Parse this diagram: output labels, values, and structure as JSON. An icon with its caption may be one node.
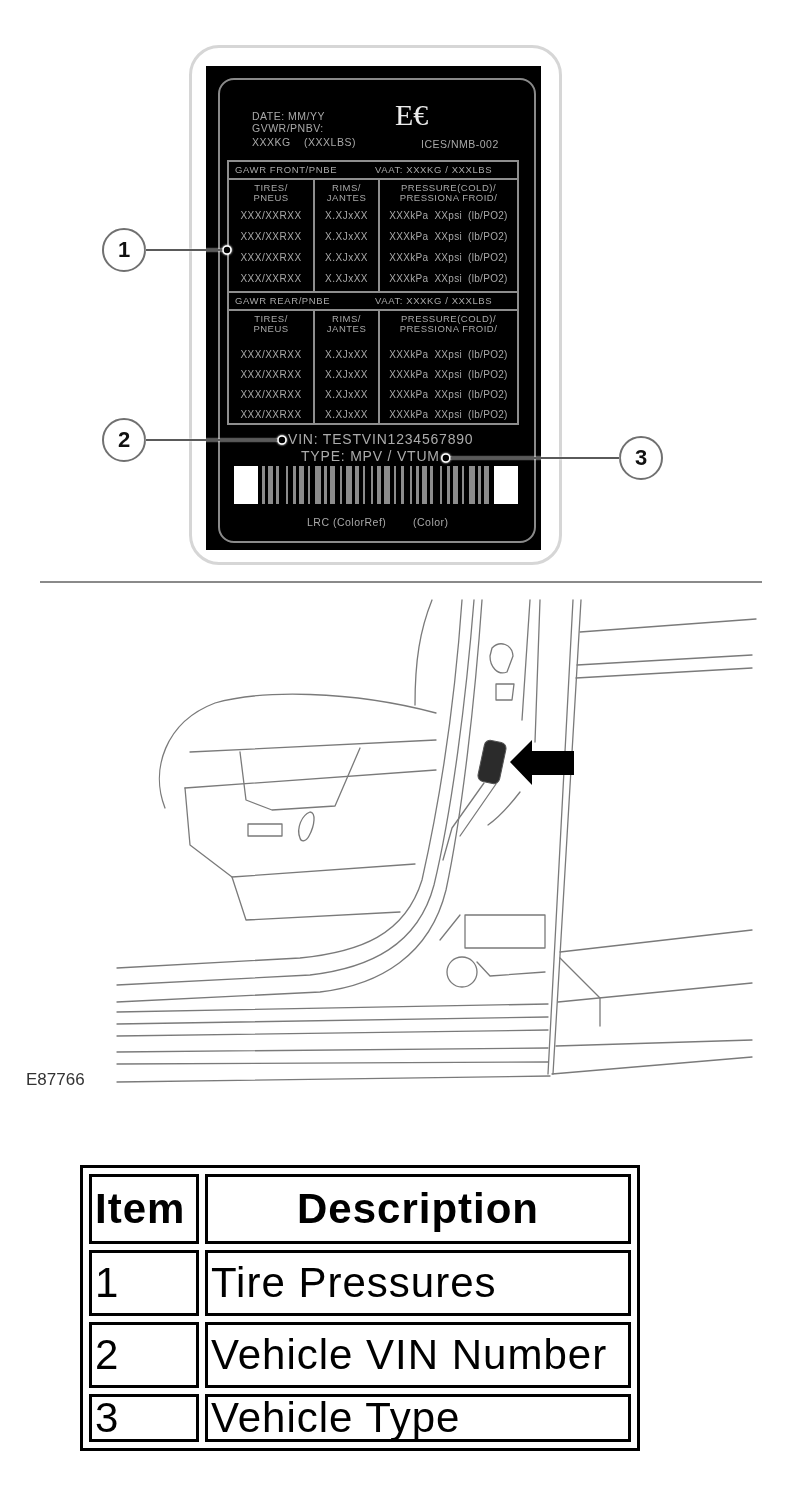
{
  "diagram": {
    "nodes": [
      {
        "text": [
          "DATE: MM/YY",
          "GVWR/PNBV:",
          "XXXKG (XXXLBS)",
          "E€",
          "ICES/NMB-002",
          "LRC (ColorRef)",
          "(Color)"
        ]
      },
      {
        "text": [
          "GAWR FRONT/PNBE",
          "VAAT: XXXKG / XXXLBS",
          "TIRES/ PNEUS",
          "RIMS/ JANTES",
          "PRESSURE(COLD)/ PRESSIONA FROID/",
          "XXX/XXRXX",
          "X.XJxXX",
          "XXXkPa XXpsi (lb/PO2)",
          "XXX/XXRXX",
          "X.XJxXX",
          "XXXkPa XXpsi (lb/PO2)",
          "XXX/XXRXX",
          "X.XJxXX",
          "XXXkPa XXpsi (lb/PO2)",
          "XXX/XXRXX",
          "X.XJxXX",
          "XXXkPa XXpsi (lb/PO2)"
        ],
        "in": 0
      },
      {
        "text": [
          "GAWR REAR/PNBE",
          "VAAT: XXXKG / XXXLBS",
          "TIRES/ PNEUS",
          "RIMS/ JANTES",
          "PRESSURE(COLD)/ PRESSIONA FROID/",
          "XXX/XXRXX",
          "X.XJxXX",
          "XXXkPa XXpsi (lb/PO2)",
          "XXX/XXRXX",
          "X.XJxXX",
          "XXXkPa XXpsi (lb/PO2)",
          "XXX/XXRXX",
          "X.XJxXX",
          "XXXkPa XXpsi (lb/PO2)",
          "XXX/XXRXX",
          "X.XJxXX",
          "XXXkPa XXpsi (lb/PO2)"
        ],
        "in": 0
      },
      {
        "text": [
          "VIN: TESTVIN1234567890"
        ],
        "in": 0
      },
      {
        "text": [
          "TYPE: MPV / VTUM"
        ],
        "in": 0
      },
      {
        "text": [
          "1"
        ]
      },
      {
        "text": [
          "2"
        ]
      },
      {
        "text": [
          "3"
        ]
      }
    ],
    "edges": [
      {
        "from": 5,
        "to": 1,
        "arrow": "other"
      },
      {
        "from": 6,
        "to": 3,
        "arrow": "other"
      },
      {
        "from": 7,
        "to": 4,
        "arrow": "other"
      }
    ],
    "labels": [
      "E87766",
      "Item",
      "Description",
      "1",
      "Tire Pressures",
      "2",
      "Vehicle VIN Number",
      "3",
      "Vehicle Type"
    ]
  }
}
